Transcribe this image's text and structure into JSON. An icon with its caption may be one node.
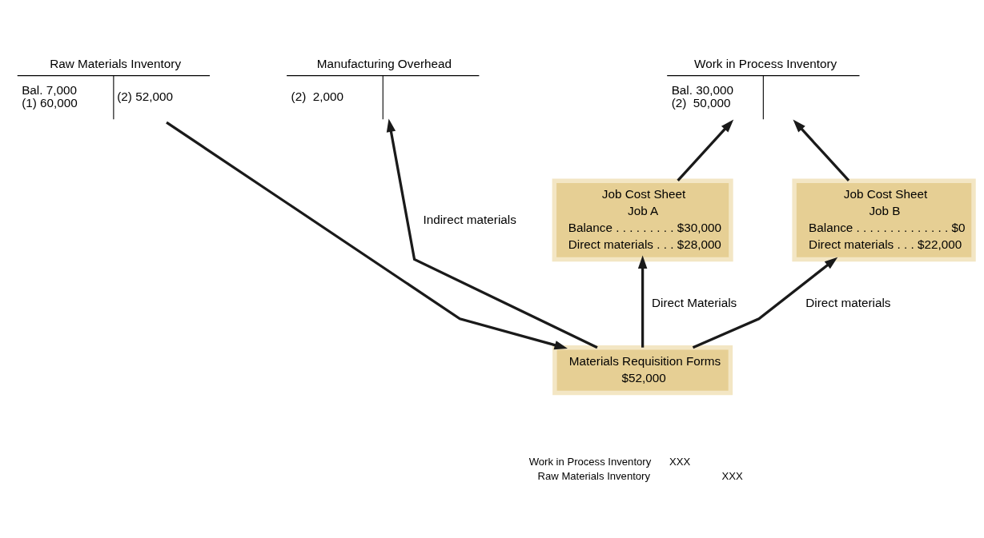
{
  "diagram": {
    "nodes": [
      {
        "text": [
          "Raw Materials Inventory",
          "Bal. 7,000",
          "(1) 60,000",
          "(2) 52,000"
        ]
      },
      {
        "text": [
          "Work in Process Inventory",
          "Bal. 30,000",
          "(2)  50,000"
        ]
      },
      {
        "text": [
          "Manufacturing Overhead",
          "(2)  2,000"
        ]
      },
      {
        "text": [
          "Job Cost Sheet",
          "Job A",
          "Balance . . . . . . . . . $30,000",
          "Direct materials . . . $28,000"
        ]
      },
      {
        "text": [
          "Job Cost Sheet",
          "Job B",
          "Balance . . . . . . . . . . . . . . $0",
          "Direct materials . . . $22,000"
        ]
      },
      {
        "text": [
          "Materials Requisition Forms",
          "$52,000"
        ]
      }
    ],
    "edges": [
      {
        "from": 0,
        "to": 5,
        "arrow": "to"
      },
      {
        "from": 5,
        "to": 3,
        "arrow": "to",
        "label": "Direct Materials"
      },
      {
        "from": 5,
        "to": 4,
        "arrow": "to",
        "label": "Direct materials"
      },
      {
        "from": 5,
        "to": 2,
        "arrow": "to",
        "label": "Indirect materials"
      },
      {
        "from": 3,
        "to": 1,
        "arrow": "to"
      },
      {
        "from": 4,
        "to": 1,
        "arrow": "to"
      }
    ],
    "labels": [
      "Work in Process Inventory",
      "XXX",
      "Raw Materials Inventory",
      "XXX"
    ]
  }
}
